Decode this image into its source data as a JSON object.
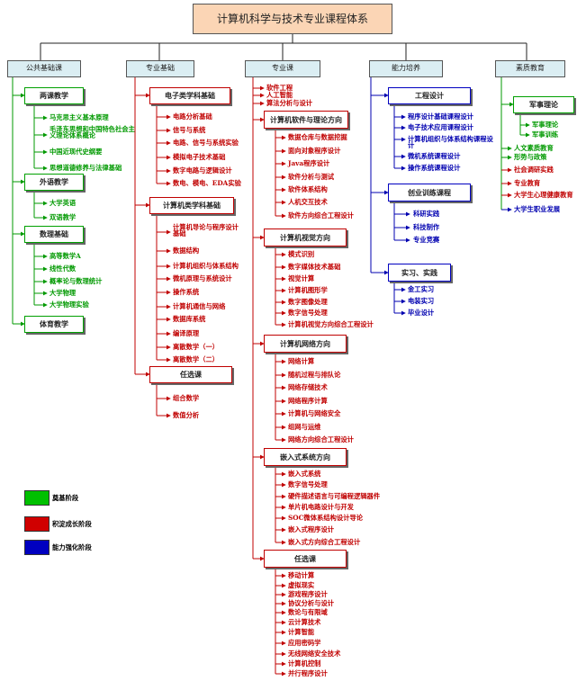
{
  "title": "计算机科学与技术专业课程体系",
  "categories": {
    "general": "公共基础课",
    "major_basic": "专业基础",
    "major": "专业课",
    "ability": "能力培养",
    "quality": "素质教育"
  },
  "general": {
    "politics": {
      "label": "两课教学",
      "items": [
        "马克思主义基本原理",
        "毛泽东思想和中国特色社会主义理论体系概论",
        "中国近现代史纲要",
        "思想道德修养与法律基础"
      ]
    },
    "foreign": {
      "label": "外语教学",
      "items": [
        "大学英语",
        "双语教学"
      ]
    },
    "math": {
      "label": "数理基础",
      "items": [
        "高等数学A",
        "线性代数",
        "概率论与数理统计",
        "大学物理",
        "大学物理实验"
      ]
    },
    "pe": {
      "label": "体育教学"
    }
  },
  "major_basic": {
    "ee": {
      "label": "电子类学科基础",
      "items": [
        "电路分析基础",
        "信号与系统",
        "电路、信号与系统实验",
        "模拟电子技术基础",
        "数字电路与逻辑设计",
        "数电、模电、EDA实验"
      ]
    },
    "cs": {
      "label": "计算机类学科基础",
      "items": [
        "计算机导论与程序设计基础",
        "数据结构",
        "计算机组织与体系结构",
        "微机原理与系统设计",
        "操作系统",
        "计算机通信与网络",
        "数据库系统",
        "编译原理",
        "离散数学（一）",
        "离散数学（二）"
      ]
    },
    "elective": {
      "label": "任选课",
      "items": [
        "组合数学",
        "数值分析"
      ]
    }
  },
  "major": {
    "core_items": [
      "软件工程",
      "人工智能",
      "算法分析与设计"
    ],
    "software": {
      "label": "计算机软件与理论方向",
      "items": [
        "数据仓库与数据挖掘",
        "面向对象程序设计",
        "Java程序设计",
        "软件分析与测试",
        "软件体系结构",
        "人机交互技术",
        "软件方向综合工程设计"
      ]
    },
    "vision": {
      "label": "计算机视觉方向",
      "items": [
        "模式识别",
        "数字媒体技术基础",
        "视觉计算",
        "计算机图形学",
        "数字图像处理",
        "数字信号处理",
        "计算机视觉方向综合工程设计"
      ]
    },
    "network": {
      "label": "计算机网络方向",
      "items": [
        "网络计算",
        "随机过程与排队论",
        "网络存储技术",
        "网络程序计算",
        "计算机与网络安全",
        "组网与运维",
        "网络方向综合工程设计"
      ]
    },
    "embedded": {
      "label": "嵌入式系统方向",
      "items": [
        "嵌入式系统",
        "数字信号处理",
        "硬件描述语言与可编程逻辑器件",
        "单片机电路设计与开发",
        "SOC微体系结构设计导论",
        "嵌入式程序设计",
        "嵌入式方向综合工程设计"
      ]
    },
    "elective": {
      "label": "任选课",
      "items": [
        "移动计算",
        "虚拟现实",
        "游戏程序设计",
        "协议分析与设计",
        "数论与有限域",
        "云计算技术",
        "计算智能",
        "应用密码学",
        "无线网络安全技术",
        "计算机控制",
        "并行程序设计"
      ]
    }
  },
  "ability": {
    "eng": {
      "label": "工程设计",
      "items": [
        "程序设计基础课程设计",
        "电子技术应用课程设计",
        "计算机组织与体系结构课程设计",
        "微机系统课程设计",
        "操作系统课程设计"
      ]
    },
    "innov": {
      "label": "创业训练课程",
      "items": [
        "科研实践",
        "科技制作",
        "专业竞赛"
      ]
    },
    "intern": {
      "label": "实习、实践",
      "items": [
        "金工实习",
        "电装实习",
        "毕业设计"
      ]
    }
  },
  "quality": {
    "military": {
      "label": "军事理论",
      "items": [
        "军事理论",
        "军事训练"
      ]
    },
    "items": [
      "人文素质教育",
      "形势与政策",
      "社会调研实践",
      "专业教育",
      "大学生心理健康教育",
      "大学生职业发展"
    ]
  },
  "legend": [
    {
      "label": "奠基阶段",
      "color": "#00c000"
    },
    {
      "label": "积淀成长阶段",
      "color": "#d00000"
    },
    {
      "label": "能力强化阶段",
      "color": "#0000c0"
    }
  ]
}
